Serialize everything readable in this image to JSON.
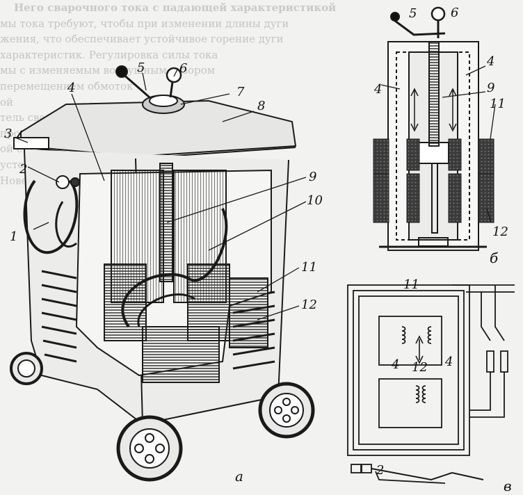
{
  "background_text": [
    {
      "text": "Него сварочного тока с падающей характеристикой",
      "bold": true
    },
    {
      "text": "мы тока требуют, чтобы при изменении длины дуги",
      "bold": false
    },
    {
      "text": "жения, что обеспечивает устойчивое горение дуги",
      "bold": false
    },
    {
      "text": "характеристик. Регулировка силы тока",
      "bold": false
    },
    {
      "text": "мы с изменяемым воздушным зазором",
      "bold": false
    },
    {
      "text": "перемещением обмоток",
      "bold": false
    },
    {
      "text": "ой",
      "bold": false
    },
    {
      "text": "тель сварочного тока",
      "bold": false
    },
    {
      "text": "проводов",
      "bold": false
    },
    {
      "text": "ой с регулятором",
      "bold": false
    },
    {
      "text": "устойчивость",
      "bold": false
    },
    {
      "text": "",
      "bold": false
    },
    {
      "text": "",
      "bold": false
    },
    {
      "text": "",
      "bold": false
    },
    {
      "text": "",
      "bold": false
    },
    {
      "text": "",
      "bold": false
    },
    {
      "text": "",
      "bold": false
    },
    {
      "text": "",
      "bold": false
    },
    {
      "text": "",
      "bold": false
    },
    {
      "text": "",
      "bold": false
    },
    {
      "text": "",
      "bold": false
    },
    {
      "text": "",
      "bold": false
    },
    {
      "text": "",
      "bold": false
    },
    {
      "text": "",
      "bold": false
    },
    {
      "text": "",
      "bold": false
    },
    {
      "text": "",
      "bold": false
    },
    {
      "text": "",
      "bold": false
    },
    {
      "text": "",
      "bold": false
    },
    {
      "text": "",
      "bold": false
    },
    {
      "text": "Нове средство при",
      "bold": false
    },
    {
      "text": "",
      "bold": false
    }
  ],
  "figure_a": {
    "caption": "а",
    "labels": {
      "l1": "1",
      "l2": "2",
      "l3": "3",
      "l4": "4",
      "l5": "5",
      "l6": "6",
      "l7": "7",
      "l8": "8",
      "l9": "9",
      "l10": "10",
      "l11": "11",
      "l12": "12"
    }
  },
  "figure_b": {
    "caption": "б",
    "labels": {
      "l5": "5",
      "l6": "6",
      "l4a": "4",
      "l4b": "4",
      "l9": "9",
      "l11": "11",
      "l12": "12"
    }
  },
  "figure_c": {
    "caption": "в",
    "labels": {
      "l11": "11",
      "l4a": "4",
      "l4b": "4",
      "l12": "12",
      "l2": "2"
    }
  },
  "colors": {
    "ink": "#1a1a1a",
    "paper": "#f2f2f0",
    "faded_text": "#c4c4c4"
  }
}
